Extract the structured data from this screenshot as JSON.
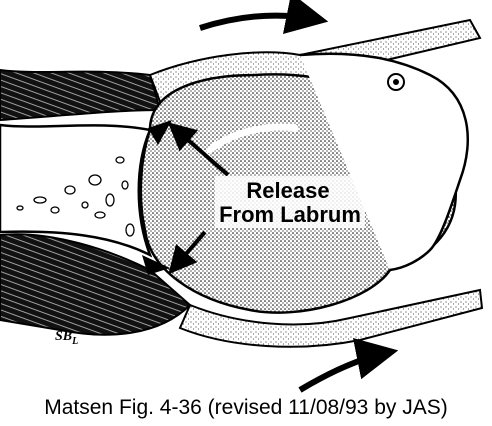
{
  "figure": {
    "center_label_line1": "Release",
    "center_label_line2": "From Labrum",
    "signature": "SB",
    "signature_subscript": "L",
    "caption": "Matsen Fig. 4-36 (revised 11/08/93 by JAS)"
  },
  "icons": [
    "arrow-icon",
    "curved-arrow-icon"
  ],
  "colors": {
    "ink": "#000000",
    "paper": "#ffffff",
    "stipple": "#9a9a9a"
  }
}
